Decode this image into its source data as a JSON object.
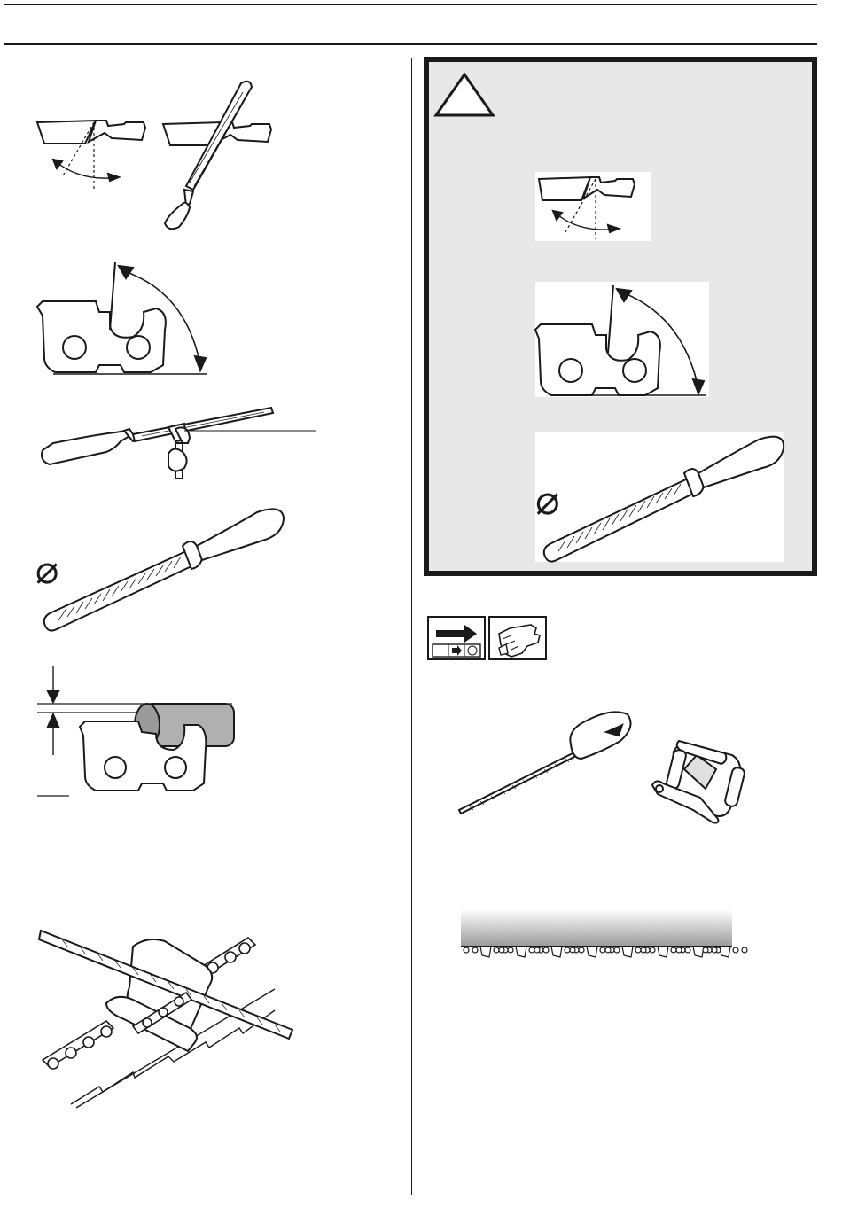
{
  "page": {
    "header_rules": true,
    "column_divider": true
  },
  "illustrations": {
    "left": [
      {
        "name": "cutter-top-plate-filing-angle",
        "icon": "cutter-angle-icon"
      },
      {
        "name": "cutter-side-plate-angle",
        "icon": "cutter-side-angle-icon"
      },
      {
        "name": "file-holder-position",
        "icon": "file-holder-icon"
      },
      {
        "name": "round-file-diameter",
        "icon": "round-file-icon",
        "symbol": "⌀"
      },
      {
        "name": "depth-gauge-setting",
        "icon": "depth-gauge-icon"
      },
      {
        "name": "depth-gauge-tool-on-chain",
        "icon": "depth-gauge-tool-icon"
      }
    ],
    "right": [
      {
        "name": "warning-triangle",
        "icon": "warning-triangle-icon"
      },
      {
        "name": "warning-cutter-angle",
        "icon": "cutter-angle-icon"
      },
      {
        "name": "warning-side-plate-angle",
        "icon": "cutter-side-angle-icon"
      },
      {
        "name": "warning-file-diameter",
        "icon": "round-file-icon",
        "symbol": "⌀"
      },
      {
        "name": "stop-engine-symbol",
        "icon": "stop-engine-icon"
      },
      {
        "name": "protective-glove-symbol",
        "icon": "glove-icon"
      },
      {
        "name": "round-file-with-holder",
        "icon": "file-tool-icon"
      },
      {
        "name": "file-gauge-tool",
        "icon": "gauge-tool-icon"
      },
      {
        "name": "saw-chain-on-bar",
        "icon": "saw-chain-icon"
      }
    ]
  },
  "colors": {
    "ink": "#1a1a1a",
    "warning_bg": "#e8e8e8",
    "panel_bg": "#ffffff",
    "gauge_fill": "#b0b0b0"
  }
}
